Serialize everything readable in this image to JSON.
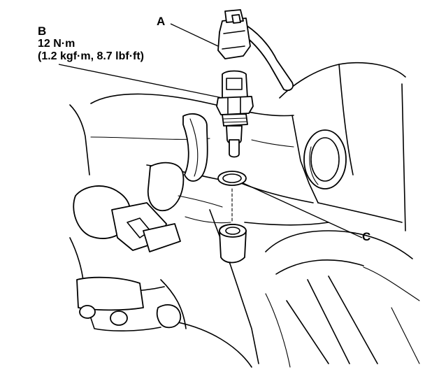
{
  "callouts": {
    "a": "A",
    "b": "B",
    "b_torque_nm": "12 N·m",
    "b_torque_alt": "(1.2 kgf·m, 8.7 lbf·ft)",
    "c": "C"
  }
}
